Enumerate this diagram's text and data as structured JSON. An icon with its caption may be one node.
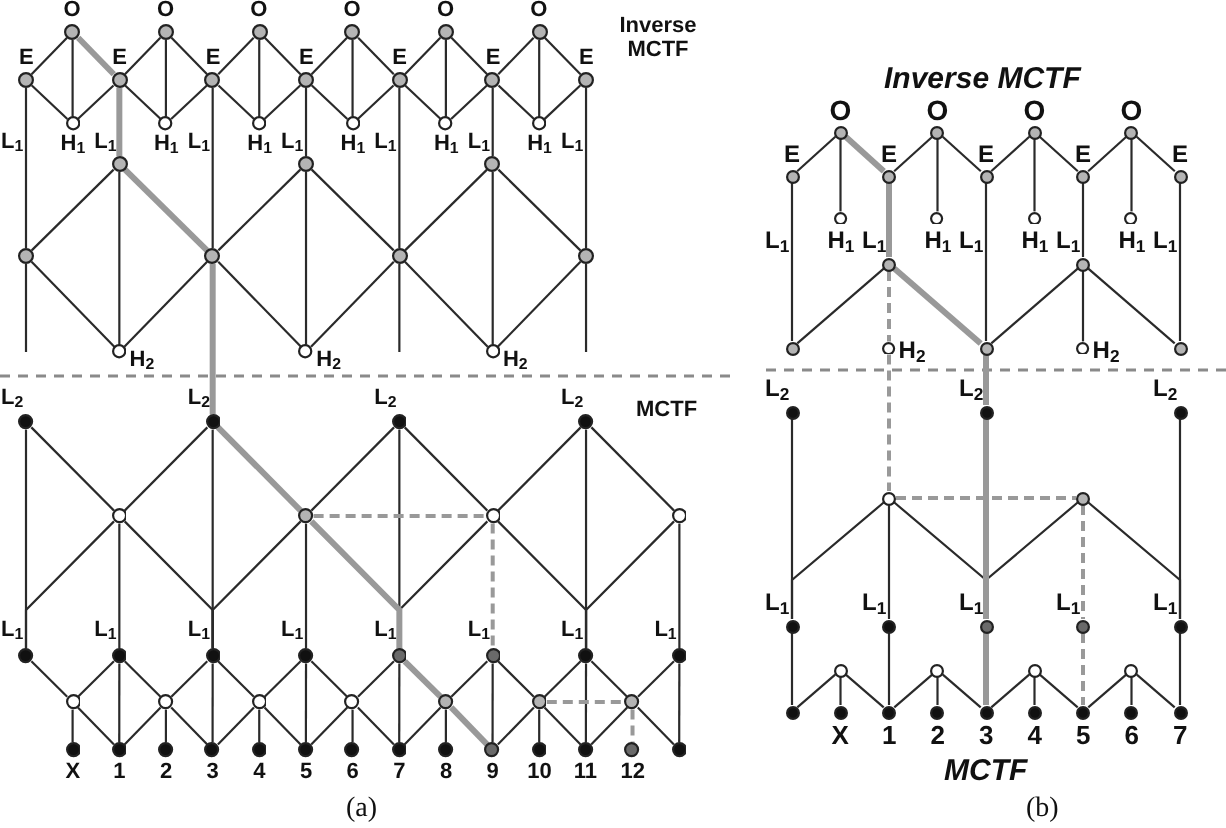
{
  "diagram": {
    "nodes": [
      {
        "text": [],
        "shape": "circle",
        "beside": [
          "O"
        ]
      },
      {
        "text": [],
        "shape": "circle",
        "beside": [
          "O"
        ]
      },
      {
        "text": [],
        "shape": "circle",
        "beside": [
          "O"
        ]
      },
      {
        "text": [],
        "shape": "circle",
        "beside": [
          "O"
        ]
      },
      {
        "text": [],
        "shape": "circle",
        "beside": [
          "O"
        ]
      },
      {
        "text": [],
        "shape": "circle",
        "beside": [
          "O"
        ]
      },
      {
        "text": [],
        "shape": "circle",
        "beside": [
          "E"
        ]
      },
      {
        "text": [],
        "shape": "circle",
        "beside": [
          "E"
        ]
      },
      {
        "text": [],
        "shape": "circle",
        "beside": [
          "E"
        ]
      },
      {
        "text": [],
        "shape": "circle",
        "beside": [
          "E"
        ]
      },
      {
        "text": [],
        "shape": "circle",
        "beside": [
          "E"
        ]
      },
      {
        "text": [],
        "shape": "circle",
        "beside": [
          "E"
        ]
      },
      {
        "text": [],
        "shape": "circle",
        "beside": [
          "E"
        ]
      },
      {
        "text": [],
        "shape": "circle",
        "beside": [
          "H$_{1}$"
        ]
      },
      {
        "text": [],
        "shape": "circle",
        "beside": [
          "H$_{1}$"
        ]
      },
      {
        "text": [],
        "shape": "circle",
        "beside": [
          "H$_{1}$"
        ]
      },
      {
        "text": [],
        "shape": "circle",
        "beside": [
          "H$_{1}$"
        ]
      },
      {
        "text": [],
        "shape": "circle",
        "beside": [
          "H$_{1}$"
        ]
      },
      {
        "text": [],
        "shape": "circle",
        "beside": [
          "H$_{1}$"
        ]
      },
      {
        "text": [],
        "shape": "circle"
      },
      {
        "text": [],
        "shape": "circle",
        "beside": [
          "L$_{1}$"
        ]
      },
      {
        "text": [],
        "shape": "circle"
      },
      {
        "text": [],
        "shape": "circle",
        "beside": [
          "L$_{1}$"
        ]
      },
      {
        "text": [],
        "shape": "circle"
      },
      {
        "text": [],
        "shape": "circle",
        "beside": [
          "L$_{1}$"
        ]
      },
      {
        "text": [],
        "shape": "circle"
      },
      {
        "text": [],
        "shape": "circle",
        "beside": [
          "H$_{2}$"
        ]
      },
      {
        "text": [],
        "shape": "circle",
        "beside": [
          "H$_{2}$"
        ]
      },
      {
        "text": [],
        "shape": "circle",
        "beside": [
          "H$_{2}$"
        ]
      },
      {
        "text": [],
        "shape": "circle",
        "beside": [
          "L$_{2}$"
        ]
      },
      {
        "text": [],
        "shape": "circle",
        "beside": [
          "L$_{2}$"
        ]
      },
      {
        "text": [],
        "shape": "circle",
        "beside": [
          "L$_{2}$"
        ]
      },
      {
        "text": [],
        "shape": "circle",
        "beside": [
          "L$_{2}$"
        ]
      },
      {
        "text": [],
        "shape": "circle"
      },
      {
        "text": [],
        "shape": "circle"
      },
      {
        "text": [],
        "shape": "circle"
      },
      {
        "text": [],
        "shape": "circle"
      },
      {
        "text": [],
        "shape": "circle",
        "beside": [
          "L$_{1}$"
        ]
      },
      {
        "text": [],
        "shape": "circle",
        "beside": [
          "L$_{1}$"
        ]
      },
      {
        "text": [],
        "shape": "circle",
        "beside": [
          "L$_{1}$"
        ]
      },
      {
        "text": [],
        "shape": "circle",
        "beside": [
          "L$_{1}$"
        ]
      },
      {
        "text": [],
        "shape": "circle",
        "beside": [
          "L$_{1}$"
        ]
      },
      {
        "text": [],
        "shape": "circle",
        "beside": [
          "L$_{1}$"
        ]
      },
      {
        "text": [],
        "shape": "circle",
        "beside": [
          "L$_{1}$"
        ]
      },
      {
        "text": [],
        "shape": "circle",
        "beside": [
          "L$_{1}$"
        ]
      },
      {
        "text": [],
        "shape": "circle"
      },
      {
        "text": [],
        "shape": "circle"
      },
      {
        "text": [],
        "shape": "circle"
      },
      {
        "text": [],
        "shape": "circle"
      },
      {
        "text": [],
        "shape": "circle"
      },
      {
        "text": [],
        "shape": "circle"
      },
      {
        "text": [],
        "shape": "circle"
      },
      {
        "text": [],
        "shape": "circle",
        "beside": [
          "X"
        ]
      },
      {
        "text": [],
        "shape": "circle",
        "beside": [
          "1"
        ]
      },
      {
        "text": [],
        "shape": "circle",
        "beside": [
          "2"
        ]
      },
      {
        "text": [],
        "shape": "circle",
        "beside": [
          "3"
        ]
      },
      {
        "text": [],
        "shape": "circle",
        "beside": [
          "4"
        ]
      },
      {
        "text": [],
        "shape": "circle",
        "beside": [
          "5"
        ]
      },
      {
        "text": [],
        "shape": "circle",
        "beside": [
          "6"
        ]
      },
      {
        "text": [],
        "shape": "circle",
        "beside": [
          "7"
        ]
      },
      {
        "text": [],
        "shape": "circle",
        "beside": [
          "8"
        ]
      },
      {
        "text": [],
        "shape": "circle",
        "beside": [
          "9"
        ]
      },
      {
        "text": [],
        "shape": "circle",
        "beside": [
          "10"
        ]
      },
      {
        "text": [],
        "shape": "circle",
        "beside": [
          "11"
        ]
      },
      {
        "text": [],
        "shape": "circle",
        "beside": [
          "12"
        ]
      },
      {
        "text": [],
        "shape": "circle"
      },
      {
        "text": [],
        "shape": "circle",
        "beside": [
          "O"
        ]
      },
      {
        "text": [],
        "shape": "circle",
        "beside": [
          "O"
        ]
      },
      {
        "text": [],
        "shape": "circle",
        "beside": [
          "O"
        ]
      },
      {
        "text": [],
        "shape": "circle",
        "beside": [
          "O"
        ]
      },
      {
        "text": [],
        "shape": "circle",
        "beside": [
          "E"
        ]
      },
      {
        "text": [],
        "shape": "circle",
        "beside": [
          "E"
        ]
      },
      {
        "text": [],
        "shape": "circle",
        "beside": [
          "E"
        ]
      },
      {
        "text": [],
        "shape": "circle",
        "beside": [
          "E"
        ]
      },
      {
        "text": [],
        "shape": "circle",
        "beside": [
          "E"
        ]
      },
      {
        "text": [],
        "shape": "circle",
        "beside": [
          "H$_{1}$"
        ]
      },
      {
        "text": [],
        "shape": "circle",
        "beside": [
          "H$_{1}$"
        ]
      },
      {
        "text": [],
        "shape": "circle",
        "beside": [
          "H$_{1}$"
        ]
      },
      {
        "text": [],
        "shape": "circle",
        "beside": [
          "H$_{1}$"
        ]
      },
      {
        "text": [],
        "shape": "circle"
      },
      {
        "text": [],
        "shape": "circle",
        "beside": [
          "L$_{1}$"
        ]
      },
      {
        "text": [],
        "shape": "circle"
      },
      {
        "text": [],
        "shape": "circle",
        "beside": [
          "L$_{1}$"
        ]
      },
      {
        "text": [],
        "shape": "circle"
      },
      {
        "text": [],
        "shape": "circle",
        "beside": [
          "H$_{2}$"
        ]
      },
      {
        "text": [],
        "shape": "circle",
        "beside": [
          "H$_{2}$"
        ]
      },
      {
        "text": [],
        "shape": "circle",
        "beside": [
          "L$_{2}$"
        ]
      },
      {
        "text": [],
        "shape": "circle",
        "beside": [
          "L$_{2}$"
        ]
      },
      {
        "text": [],
        "shape": "circle",
        "beside": [
          "L$_{2}$"
        ]
      },
      {
        "text": [],
        "shape": "circle"
      },
      {
        "text": [],
        "shape": "circle"
      },
      {
        "text": [],
        "shape": "circle",
        "beside": [
          "L$_{1}$"
        ]
      },
      {
        "text": [],
        "shape": "circle",
        "beside": [
          "L$_{1}$"
        ]
      },
      {
        "text": [],
        "shape": "circle",
        "beside": [
          "L$_{1}$"
        ]
      },
      {
        "text": [],
        "shape": "circle",
        "beside": [
          "L$_{1}$"
        ]
      },
      {
        "text": [],
        "shape": "circle",
        "beside": [
          "L$_{1}$"
        ]
      },
      {
        "text": [],
        "shape": "circle"
      },
      {
        "text": [],
        "shape": "circle"
      },
      {
        "text": [],
        "shape": "circle"
      },
      {
        "text": [],
        "shape": "circle"
      },
      {
        "text": [],
        "shape": "circle"
      },
      {
        "text": [],
        "shape": "circle",
        "beside": [
          "X"
        ]
      },
      {
        "text": [],
        "shape": "circle",
        "beside": [
          "1"
        ]
      },
      {
        "text": [],
        "shape": "circle",
        "beside": [
          "2"
        ]
      },
      {
        "text": [],
        "shape": "circle",
        "beside": [
          "3"
        ]
      },
      {
        "text": [],
        "shape": "circle",
        "beside": [
          "4"
        ]
      },
      {
        "text": [],
        "shape": "circle",
        "beside": [
          "5"
        ]
      },
      {
        "text": [],
        "shape": "circle",
        "beside": [
          "6"
        ]
      },
      {
        "text": [],
        "shape": "circle",
        "beside": [
          "7"
        ]
      }
    ],
    "edges": [
      {
        "from": 0,
        "to": 6,
        "arrow": "none"
      },
      {
        "from": 0,
        "to": 7,
        "arrow": "none",
        "style": "thick",
        "color": "#999999"
      },
      {
        "from": 1,
        "to": 7,
        "arrow": "none"
      },
      {
        "from": 1,
        "to": 8,
        "arrow": "none"
      },
      {
        "from": 2,
        "to": 8,
        "arrow": "none"
      },
      {
        "from": 2,
        "to": 9,
        "arrow": "none"
      },
      {
        "from": 3,
        "to": 9,
        "arrow": "none"
      },
      {
        "from": 3,
        "to": 10,
        "arrow": "none"
      },
      {
        "from": 4,
        "to": 10,
        "arrow": "none"
      },
      {
        "from": 4,
        "to": 11,
        "arrow": "none"
      },
      {
        "from": 5,
        "to": 11,
        "arrow": "none"
      },
      {
        "from": 5,
        "to": 12,
        "arrow": "none"
      },
      {
        "from": 0,
        "to": 13,
        "arrow": "none"
      },
      {
        "from": 1,
        "to": 14,
        "arrow": "none"
      },
      {
        "from": 2,
        "to": 15,
        "arrow": "none"
      },
      {
        "from": 3,
        "to": 16,
        "arrow": "none"
      },
      {
        "from": 4,
        "to": 17,
        "arrow": "none"
      },
      {
        "from": 5,
        "to": 18,
        "arrow": "none"
      },
      {
        "from": 6,
        "to": 13,
        "arrow": "none"
      },
      {
        "from": 7,
        "to": 13,
        "arrow": "none"
      },
      {
        "from": 7,
        "to": 14,
        "arrow": "none"
      },
      {
        "from": 8,
        "to": 14,
        "arrow": "none"
      },
      {
        "from": 8,
        "to": 15,
        "arrow": "none"
      },
      {
        "from": 9,
        "to": 15,
        "arrow": "none"
      },
      {
        "from": 9,
        "to": 16,
        "arrow": "none"
      },
      {
        "from": 10,
        "to": 16,
        "arrow": "none"
      },
      {
        "from": 10,
        "to": 17,
        "arrow": "none"
      },
      {
        "from": 11,
        "to": 17,
        "arrow": "none"
      },
      {
        "from": 11,
        "to": 18,
        "arrow": "none"
      },
      {
        "from": 12,
        "to": 18,
        "arrow": "none"
      },
      {
        "from": 6,
        "to": 19,
        "arrow": "none"
      },
      {
        "from": 7,
        "to": 20,
        "arrow": "none",
        "style": "thick",
        "color": "#999999"
      },
      {
        "from": 8,
        "to": 21,
        "arrow": "none"
      },
      {
        "from": 9,
        "to": 22,
        "arrow": "none"
      },
      {
        "from": 10,
        "to": 23,
        "arrow": "none"
      },
      {
        "from": 11,
        "to": 24,
        "arrow": "none"
      },
      {
        "from": 12,
        "to": 25,
        "arrow": "none"
      },
      {
        "from": 20,
        "to": 19,
        "arrow": "none"
      },
      {
        "from": 20,
        "to": 21,
        "arrow": "none",
        "style": "thick",
        "color": "#999999"
      },
      {
        "from": 22,
        "to": 21,
        "arrow": "none"
      },
      {
        "from": 22,
        "to": 23,
        "arrow": "none"
      },
      {
        "from": 24,
        "to": 23,
        "arrow": "none"
      },
      {
        "from": 24,
        "to": 25,
        "arrow": "none"
      },
      {
        "from": 19,
        "to": 26,
        "arrow": "none"
      },
      {
        "from": 21,
        "to": 26,
        "arrow": "none"
      },
      {
        "from": 21,
        "to": 27,
        "arrow": "none"
      },
      {
        "from": 23,
        "to": 27,
        "arrow": "none"
      },
      {
        "from": 23,
        "to": 28,
        "arrow": "none"
      },
      {
        "from": 25,
        "to": 28,
        "arrow": "none"
      },
      {
        "from": 20,
        "to": 26,
        "arrow": "none"
      },
      {
        "from": 22,
        "to": 27,
        "arrow": "none"
      },
      {
        "from": 24,
        "to": 28,
        "arrow": "none"
      },
      {
        "from": 19,
        "to": null,
        "arrow": "none"
      },
      {
        "from": 21,
        "to": 30,
        "arrow": "none",
        "style": "thick",
        "color": "#999999"
      },
      {
        "from": 23,
        "to": null,
        "arrow": "none"
      },
      {
        "from": 25,
        "to": null,
        "arrow": "none"
      },
      {
        "from": 29,
        "to": 37,
        "arrow": "none"
      },
      {
        "from": 30,
        "to": 39,
        "arrow": "none"
      },
      {
        "from": 31,
        "to": 41,
        "arrow": "none"
      },
      {
        "from": 32,
        "to": 43,
        "arrow": "none"
      },
      {
        "from": 33,
        "to": 38,
        "arrow": "none"
      },
      {
        "from": 34,
        "to": 40,
        "arrow": "none"
      },
      {
        "from": 35,
        "to": 42,
        "arrow": "none",
        "style": "dashed",
        "color": "#999999"
      },
      {
        "from": 36,
        "to": 44,
        "arrow": "none"
      },
      {
        "from": 29,
        "to": 33,
        "arrow": "none"
      },
      {
        "from": 30,
        "to": 33,
        "arrow": "none"
      },
      {
        "from": 30,
        "to": 34,
        "arrow": "none",
        "style": "thick",
        "color": "#999999"
      },
      {
        "from": 31,
        "to": 34,
        "arrow": "none"
      },
      {
        "from": 31,
        "to": 35,
        "arrow": "none"
      },
      {
        "from": 32,
        "to": 35,
        "arrow": "none"
      },
      {
        "from": 32,
        "to": 36,
        "arrow": "none"
      },
      {
        "from": 33,
        "to": 37,
        "arrow": "none"
      },
      {
        "from": 33,
        "to": 39,
        "arrow": "none"
      },
      {
        "from": 34,
        "to": 39,
        "arrow": "none"
      },
      {
        "from": 34,
        "to": 41,
        "arrow": "none",
        "style": "thick",
        "color": "#999999"
      },
      {
        "from": 35,
        "to": 41,
        "arrow": "none"
      },
      {
        "from": 35,
        "to": 43,
        "arrow": "none"
      },
      {
        "from": 36,
        "to": 43,
        "arrow": "none"
      },
      {
        "from": 34,
        "to": 35,
        "arrow": "none",
        "style": "dashed",
        "color": "#999999"
      },
      {
        "from": 38,
        "to": 53,
        "arrow": "none"
      },
      {
        "from": 39,
        "to": 55,
        "arrow": "none"
      },
      {
        "from": 40,
        "to": 57,
        "arrow": "none"
      },
      {
        "from": 41,
        "to": 59,
        "arrow": "none"
      },
      {
        "from": 42,
        "to": 61,
        "arrow": "none"
      },
      {
        "from": 43,
        "to": 63,
        "arrow": "none"
      },
      {
        "from": 44,
        "to": 65,
        "arrow": "none"
      },
      {
        "from": 45,
        "to": 52,
        "arrow": "none"
      },
      {
        "from": 46,
        "to": 54,
        "arrow": "none"
      },
      {
        "from": 47,
        "to": 56,
        "arrow": "none"
      },
      {
        "from": 48,
        "to": 58,
        "arrow": "none"
      },
      {
        "from": 49,
        "to": 60,
        "arrow": "none"
      },
      {
        "from": 50,
        "to": 62,
        "arrow": "none"
      },
      {
        "from": 51,
        "to": 64,
        "arrow": "none",
        "style": "dashed",
        "color": "#999999"
      },
      {
        "from": 37,
        "to": 45,
        "arrow": "none"
      },
      {
        "from": 38,
        "to": 45,
        "arrow": "none"
      },
      {
        "from": 38,
        "to": 46,
        "arrow": "none"
      },
      {
        "from": 39,
        "to": 46,
        "arrow": "none"
      },
      {
        "from": 39,
        "to": 47,
        "arrow": "none"
      },
      {
        "from": 40,
        "to": 47,
        "arrow": "none"
      },
      {
        "from": 40,
        "to": 48,
        "arrow": "none"
      },
      {
        "from": 41,
        "to": 48,
        "arrow": "none"
      },
      {
        "from": 41,
        "to": 49,
        "arrow": "none",
        "style": "thick",
        "color": "#999999"
      },
      {
        "from": 42,
        "to": 49,
        "arrow": "none"
      },
      {
        "from": 42,
        "to": 50,
        "arrow": "none"
      },
      {
        "from": 43,
        "to": 50,
        "arrow": "none"
      },
      {
        "from": 43,
        "to": 51,
        "arrow": "none"
      },
      {
        "from": 44,
        "to": 51,
        "arrow": "none"
      },
      {
        "from": 45,
        "to": 53,
        "arrow": "none"
      },
      {
        "from": 46,
        "to": 53,
        "arrow": "none"
      },
      {
        "from": 46,
        "to": 55,
        "arrow": "none"
      },
      {
        "from": 47,
        "to": 55,
        "arrow": "none"
      },
      {
        "from": 47,
        "to": 57,
        "arrow": "none"
      },
      {
        "from": 48,
        "to": 57,
        "arrow": "none"
      },
      {
        "from": 48,
        "to": 59,
        "arrow": "none"
      },
      {
        "from": 49,
        "to": 59,
        "arrow": "none"
      },
      {
        "from": 49,
        "to": 61,
        "arrow": "none",
        "style": "thick",
        "color": "#999999"
      },
      {
        "from": 50,
        "to": 61,
        "arrow": "none"
      },
      {
        "from": 50,
        "to": 63,
        "arrow": "none"
      },
      {
        "from": 51,
        "to": 63,
        "arrow": "none"
      },
      {
        "from": 51,
        "to": 65,
        "arrow": "none"
      },
      {
        "from": 50,
        "to": 51,
        "arrow": "none",
        "style": "dashed",
        "color": "#999999"
      },
      {
        "from": 66,
        "to": 70,
        "arrow": "none"
      },
      {
        "from": 66,
        "to": 71,
        "arrow": "none",
        "style": "thick",
        "color": "#999999"
      },
      {
        "from": 67,
        "to": 71,
        "arrow": "none"
      },
      {
        "from": 67,
        "to": 72,
        "arrow": "none"
      },
      {
        "from": 68,
        "to": 72,
        "arrow": "none"
      },
      {
        "from": 68,
        "to": 73,
        "arrow": "none"
      },
      {
        "from": 69,
        "to": 73,
        "arrow": "none"
      },
      {
        "from": 69,
        "to": 74,
        "arrow": "none"
      },
      {
        "from": 66,
        "to": 75,
        "arrow": "none"
      },
      {
        "from": 67,
        "to": 76,
        "arrow": "none"
      },
      {
        "from": 68,
        "to": 77,
        "arrow": "none"
      },
      {
        "from": 69,
        "to": 78,
        "arrow": "none"
      },
      {
        "from": 70,
        "to": 79,
        "arrow": "none"
      },
      {
        "from": 71,
        "to": 80,
        "arrow": "none",
        "style": "thick",
        "color": "#999999"
      },
      {
        "from": 72,
        "to": 81,
        "arrow": "none"
      },
      {
        "from": 73,
        "to": 82,
        "arrow": "none"
      },
      {
        "from": 74,
        "to": 83,
        "arrow": "none"
      },
      {
        "from": 80,
        "to": 79,
        "arrow": "none"
      },
      {
        "from": 80,
        "to": 81,
        "arrow": "none",
        "style": "thick",
        "color": "#999999"
      },
      {
        "from": 82,
        "to": 81,
        "arrow": "none"
      },
      {
        "from": 82,
        "to": 83,
        "arrow": "none"
      },
      {
        "from": 80,
        "to": 84,
        "arrow": "none",
        "style": "dashed",
        "color": "#999999"
      },
      {
        "from": 82,
        "to": 85,
        "arrow": "none"
      },
      {
        "from": 81,
        "to": 87,
        "arrow": "none",
        "style": "thick",
        "color": "#999999"
      },
      {
        "from": 84,
        "to": 89,
        "arrow": "none",
        "style": "dashed",
        "color": "#999999"
      },
      {
        "from": 86,
        "to": 91,
        "arrow": "none"
      },
      {
        "from": 89,
        "to": 92,
        "arrow": "none"
      },
      {
        "from": 87,
        "to": 93,
        "arrow": "none",
        "style": "thick",
        "color": "#999999"
      },
      {
        "from": 90,
        "to": 94,
        "arrow": "none",
        "style": "dashed",
        "color": "#999999"
      },
      {
        "from": 88,
        "to": 95,
        "arrow": "none"
      },
      {
        "from": 89,
        "to": 91,
        "arrow": "none"
      },
      {
        "from": 89,
        "to": 93,
        "arrow": "none"
      },
      {
        "from": 90,
        "to": 93,
        "arrow": "none"
      },
      {
        "from": 90,
        "to": 95,
        "arrow": "none"
      },
      {
        "from": 89,
        "to": 90,
        "arrow": "none",
        "style": "dashed",
        "color": "#999999"
      },
      {
        "from": 91,
        "to": 100,
        "arrow": "none"
      },
      {
        "from": 92,
        "to": 102,
        "arrow": "none"
      },
      {
        "from": 93,
        "to": 104,
        "arrow": "none",
        "style": "thick",
        "color": "#999999"
      },
      {
        "from": 94,
        "to": 106,
        "arrow": "none",
        "style": "dashed",
        "color": "#999999"
      },
      {
        "from": 95,
        "to": 108,
        "arrow": "none"
      },
      {
        "from": 96,
        "to": 101,
        "arrow": "none"
      },
      {
        "from": 97,
        "to": 103,
        "arrow": "none"
      },
      {
        "from": 98,
        "to": 105,
        "arrow": "none"
      },
      {
        "from": 99,
        "to": 107,
        "arrow": "none"
      },
      {
        "from": 96,
        "to": 100,
        "arrow": "none"
      },
      {
        "from": 96,
        "to": 102,
        "arrow": "none"
      },
      {
        "from": 97,
        "to": 102,
        "arrow": "none"
      },
      {
        "from": 97,
        "to": 104,
        "arrow": "none"
      },
      {
        "from": 98,
        "to": 104,
        "arrow": "none"
      },
      {
        "from": 98,
        "to": 106,
        "arrow": "none"
      },
      {
        "from": 99,
        "to": 106,
        "arrow": "none"
      },
      {
        "from": 99,
        "to": 108,
        "arrow": "none"
      }
    ],
    "labels": [
      "Inverse MCTF",
      "L$_{1}$",
      "L$_{1}$",
      "L$_{1}$",
      "L$_{1}$",
      "MCTF",
      "(a)",
      "Inverse MCTF",
      "L$_{1}$",
      "L$_{1}$",
      "L$_{1}$",
      "MCTF",
      "(b)"
    ]
  }
}
